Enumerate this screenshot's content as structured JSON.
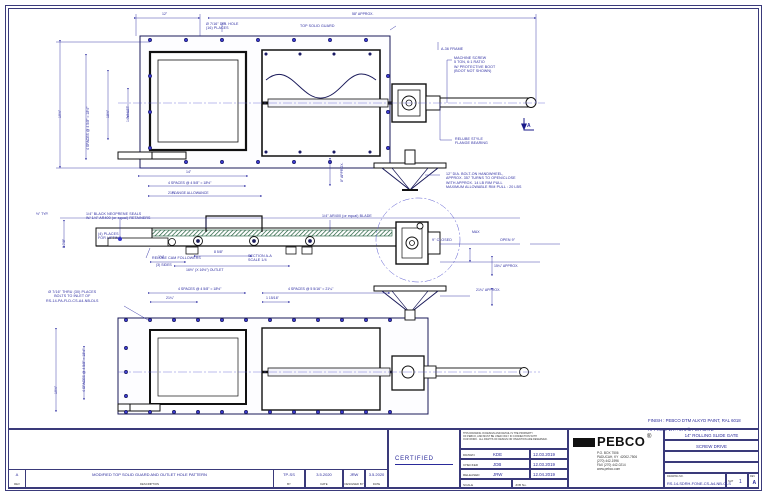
{
  "sheet": {
    "size": "768x497",
    "colors": {
      "ink": "#2a2aa0",
      "border": "#3a3a7a",
      "black": "#111111",
      "hatch": "#1d5c3a"
    }
  },
  "drawing": {
    "top_view_notes": [
      {
        "id": "hole-note",
        "text": "Ø 7/16\" DIA. HOLE\n(16) PLACES"
      },
      {
        "id": "top-solid-guard",
        "text": "TOP SOLID GUARD"
      },
      {
        "id": "a36-frame",
        "text": "A-36 FRAME"
      },
      {
        "id": "machine-screw",
        "text": "MACHINE SCREW\n5 TON, 6:1 RATIO\nW/ PROTECTIVE BOOT\n(BOOT NOT SHOWN)"
      },
      {
        "id": "flange-bearing",
        "text": "RELUBE STYLE\nFLANGE BEARING"
      },
      {
        "id": "handwheel",
        "text": "12\" DIA. BOLT-ON HANDWHEEL,\nAPPROX. 357 TURNS TO OPEN/CLOSE\nWITH APPROX. 14 LB RIM PULL\nMAXIMUM ALLOWABLE RIM PULL : 20 LBS"
      }
    ],
    "section_notes": [
      {
        "id": "neoprene-seals",
        "text": "1/4\" BLACK NEOPRENE SEALS\nW/ 1/4\" AR400 (or equal) RETAINERS"
      },
      {
        "id": "blade",
        "text": "1/4\" AR400 (or equal) BLADE"
      },
      {
        "id": "lifting",
        "text": "(4) PLACES\nFOR LIFTING"
      },
      {
        "id": "cam-followers",
        "text": "RELUBE CAM FOLLOWERS"
      },
      {
        "id": "section-label",
        "text": "SECTION A-A\nSCALE 1/4"
      },
      {
        "id": "closed-label",
        "text": "9\" CLOSED"
      },
      {
        "id": "open-label",
        "text": "OPEN 9\""
      }
    ],
    "bottom_view_notes": [
      {
        "id": "thru-holes",
        "text": "Ø 7/16\" THRU (30) PLACES\nBOLTS TO INLET OF\nRS-14-PA-FLD-CS-A4-NB-DLS"
      }
    ],
    "dimensions_top": [
      {
        "id": "d-12in",
        "text": "12\""
      },
      {
        "id": "d-58approx",
        "text": "58\" APPROX."
      },
      {
        "id": "d-14inlet",
        "text": "14\" INLET"
      },
      {
        "id": "d-4sp-4-5-8",
        "text": "4 SPACES @ 4 5/8\" = 18½\""
      },
      {
        "id": "d-19-1-2",
        "text": "19½\""
      },
      {
        "id": "d-18-1-2",
        "text": "18½\""
      },
      {
        "id": "d-14-in",
        "text": "14\""
      },
      {
        "id": "d-4sp-5-5-16",
        "text": "4 SPACES @ 5 5/16\" = 21¼\""
      },
      {
        "id": "d-21-1-4",
        "text": "21¼\""
      },
      {
        "id": "d-1-5-8",
        "text": "1 5/8\""
      },
      {
        "id": "d-9-1-4",
        "text": "9¼\""
      },
      {
        "id": "d-flange-allow",
        "text": "FLANGE ALLOWANCE"
      },
      {
        "id": "d-8approx",
        "text": "8\" APPROX."
      },
      {
        "id": "d-1-2typ",
        "text": "½\" TYP."
      },
      {
        "id": "d-9-7-8",
        "text": "9 7/8\""
      },
      {
        "id": "d-1-3-4",
        "text": "1¾\""
      },
      {
        "id": "d-3sides",
        "text": "(3) SIDES"
      },
      {
        "id": "d-16-1-2-outlet",
        "text": "16½\" (X 16½\") OUTLET"
      },
      {
        "id": "d-8-5-8",
        "text": "8 5/8\""
      },
      {
        "id": "d-max",
        "text": "MAX"
      },
      {
        "id": "d-15-1-4",
        "text": "15¼\" APPROX."
      },
      {
        "id": "d-1-15-16",
        "text": "1 15/16\""
      },
      {
        "id": "d-9-1-2",
        "text": "9½\""
      },
      {
        "id": "d-21-3-4",
        "text": "21¾\" APPROX."
      },
      {
        "id": "d-section",
        "text": "A"
      }
    ]
  },
  "finish_block": {
    "finish": "FINISH :  PEBCO DTM ALKYD PAINT, RAL 6018",
    "weight": "APPROX. WT. :   275   lb    PER GATE"
  },
  "title_block": {
    "company": "PEBCO",
    "trademark": "®",
    "address": "P.O. BOX 7506\nPADUCAH, KY  42002-7506\n(270) 442-1996\nFAX (270) 442-0214\nwww.pebco.com",
    "title_line1": "14\" ROLLING SLIDE GATE",
    "title_line2": "SCREW DRIVE",
    "certified": "CERTIFIED",
    "proprietary": "THIS DRAWING IN DESIGN AND DETAIL IS THE PROPERTY\nOF PEBCO, AND MUST BE USED ONLY IN CONNECTION WITH\nOUR WORK.  ALL RIGHTS OF DESIGN OR INVENTION ARE RESERVED.",
    "rows": [
      {
        "label": "DRAWN",
        "name": "KDE",
        "date": "12.03.2019"
      },
      {
        "label": "CHECKED",
        "name": "JDB",
        "date": "12.03.2019"
      },
      {
        "label": "RELEASED",
        "name": "JRW",
        "date": "12.04.2019"
      }
    ],
    "scale_label": "SCALE",
    "scale_value": "",
    "job_label": "JOB No.",
    "job_value": "",
    "dwg_no_label": "DRAWING NO.",
    "dwg_no": "RS-14-SDRH-FONE-CS-A4-NB-OLS",
    "sheet_label": "SHT",
    "sheet_value": "1",
    "rev_label": "REV",
    "rev_value": "A"
  },
  "revision_block": {
    "headers": {
      "rev": "REV",
      "description": "DESCRIPTION",
      "by": "BY",
      "date": "DATE",
      "designed_by": "DESIGNED BY",
      "date2": "DATE"
    },
    "rows": [
      {
        "rev": "A",
        "description": "MODIFIED TOP SOLID GUARD AND OUTLET HOLE PATTERN",
        "by": "TP-SS",
        "date": "3.5.2020",
        "designed_by": "JRW",
        "date2": "3.5.2020"
      }
    ]
  }
}
